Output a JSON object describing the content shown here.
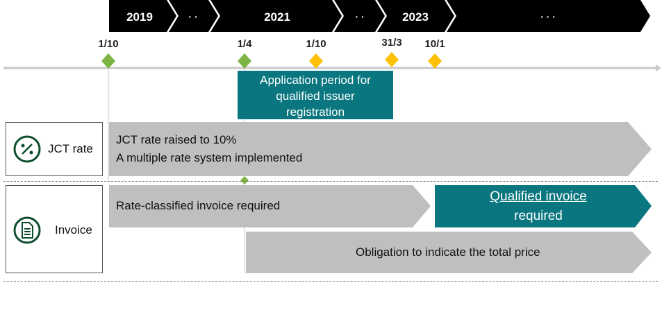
{
  "timeline": {
    "years": [
      {
        "label": "2019"
      },
      {
        "label": "· ·"
      },
      {
        "label": "2021"
      },
      {
        "label": "· ·"
      },
      {
        "label": "2023"
      },
      {
        "label": "· · ·"
      }
    ],
    "dates": [
      {
        "label": "1/10",
        "color": "#7cb342"
      },
      {
        "label": "1/4",
        "color": "#7cb342"
      },
      {
        "label": "1/10",
        "color": "#ffc107"
      },
      {
        "label": "31/3",
        "color": "#ffc107"
      },
      {
        "label": "10/1",
        "color": "#ffc107"
      }
    ]
  },
  "period": {
    "line1": "Application period for",
    "line2": "qualified issuer",
    "line3": "registration"
  },
  "rows": {
    "jct": {
      "label": "JCT rate",
      "icon": "percent-icon",
      "bar_line1": "JCT rate raised to 10%",
      "bar_line2": "A multiple rate system implemented"
    },
    "invoice": {
      "label": "Invoice",
      "icon": "document-icon",
      "bar1": "Rate-classified  invoice required",
      "bar2_line1": "Qualified invoice",
      "bar2_line2": "required",
      "bar3": "Obligation to indicate the total price"
    }
  },
  "colors": {
    "teal": "#0a767f",
    "gray_bar": "#bfbfbf",
    "green_diamond": "#7cb342",
    "yellow_diamond": "#ffc107",
    "icon_green": "#0d4d2e"
  }
}
